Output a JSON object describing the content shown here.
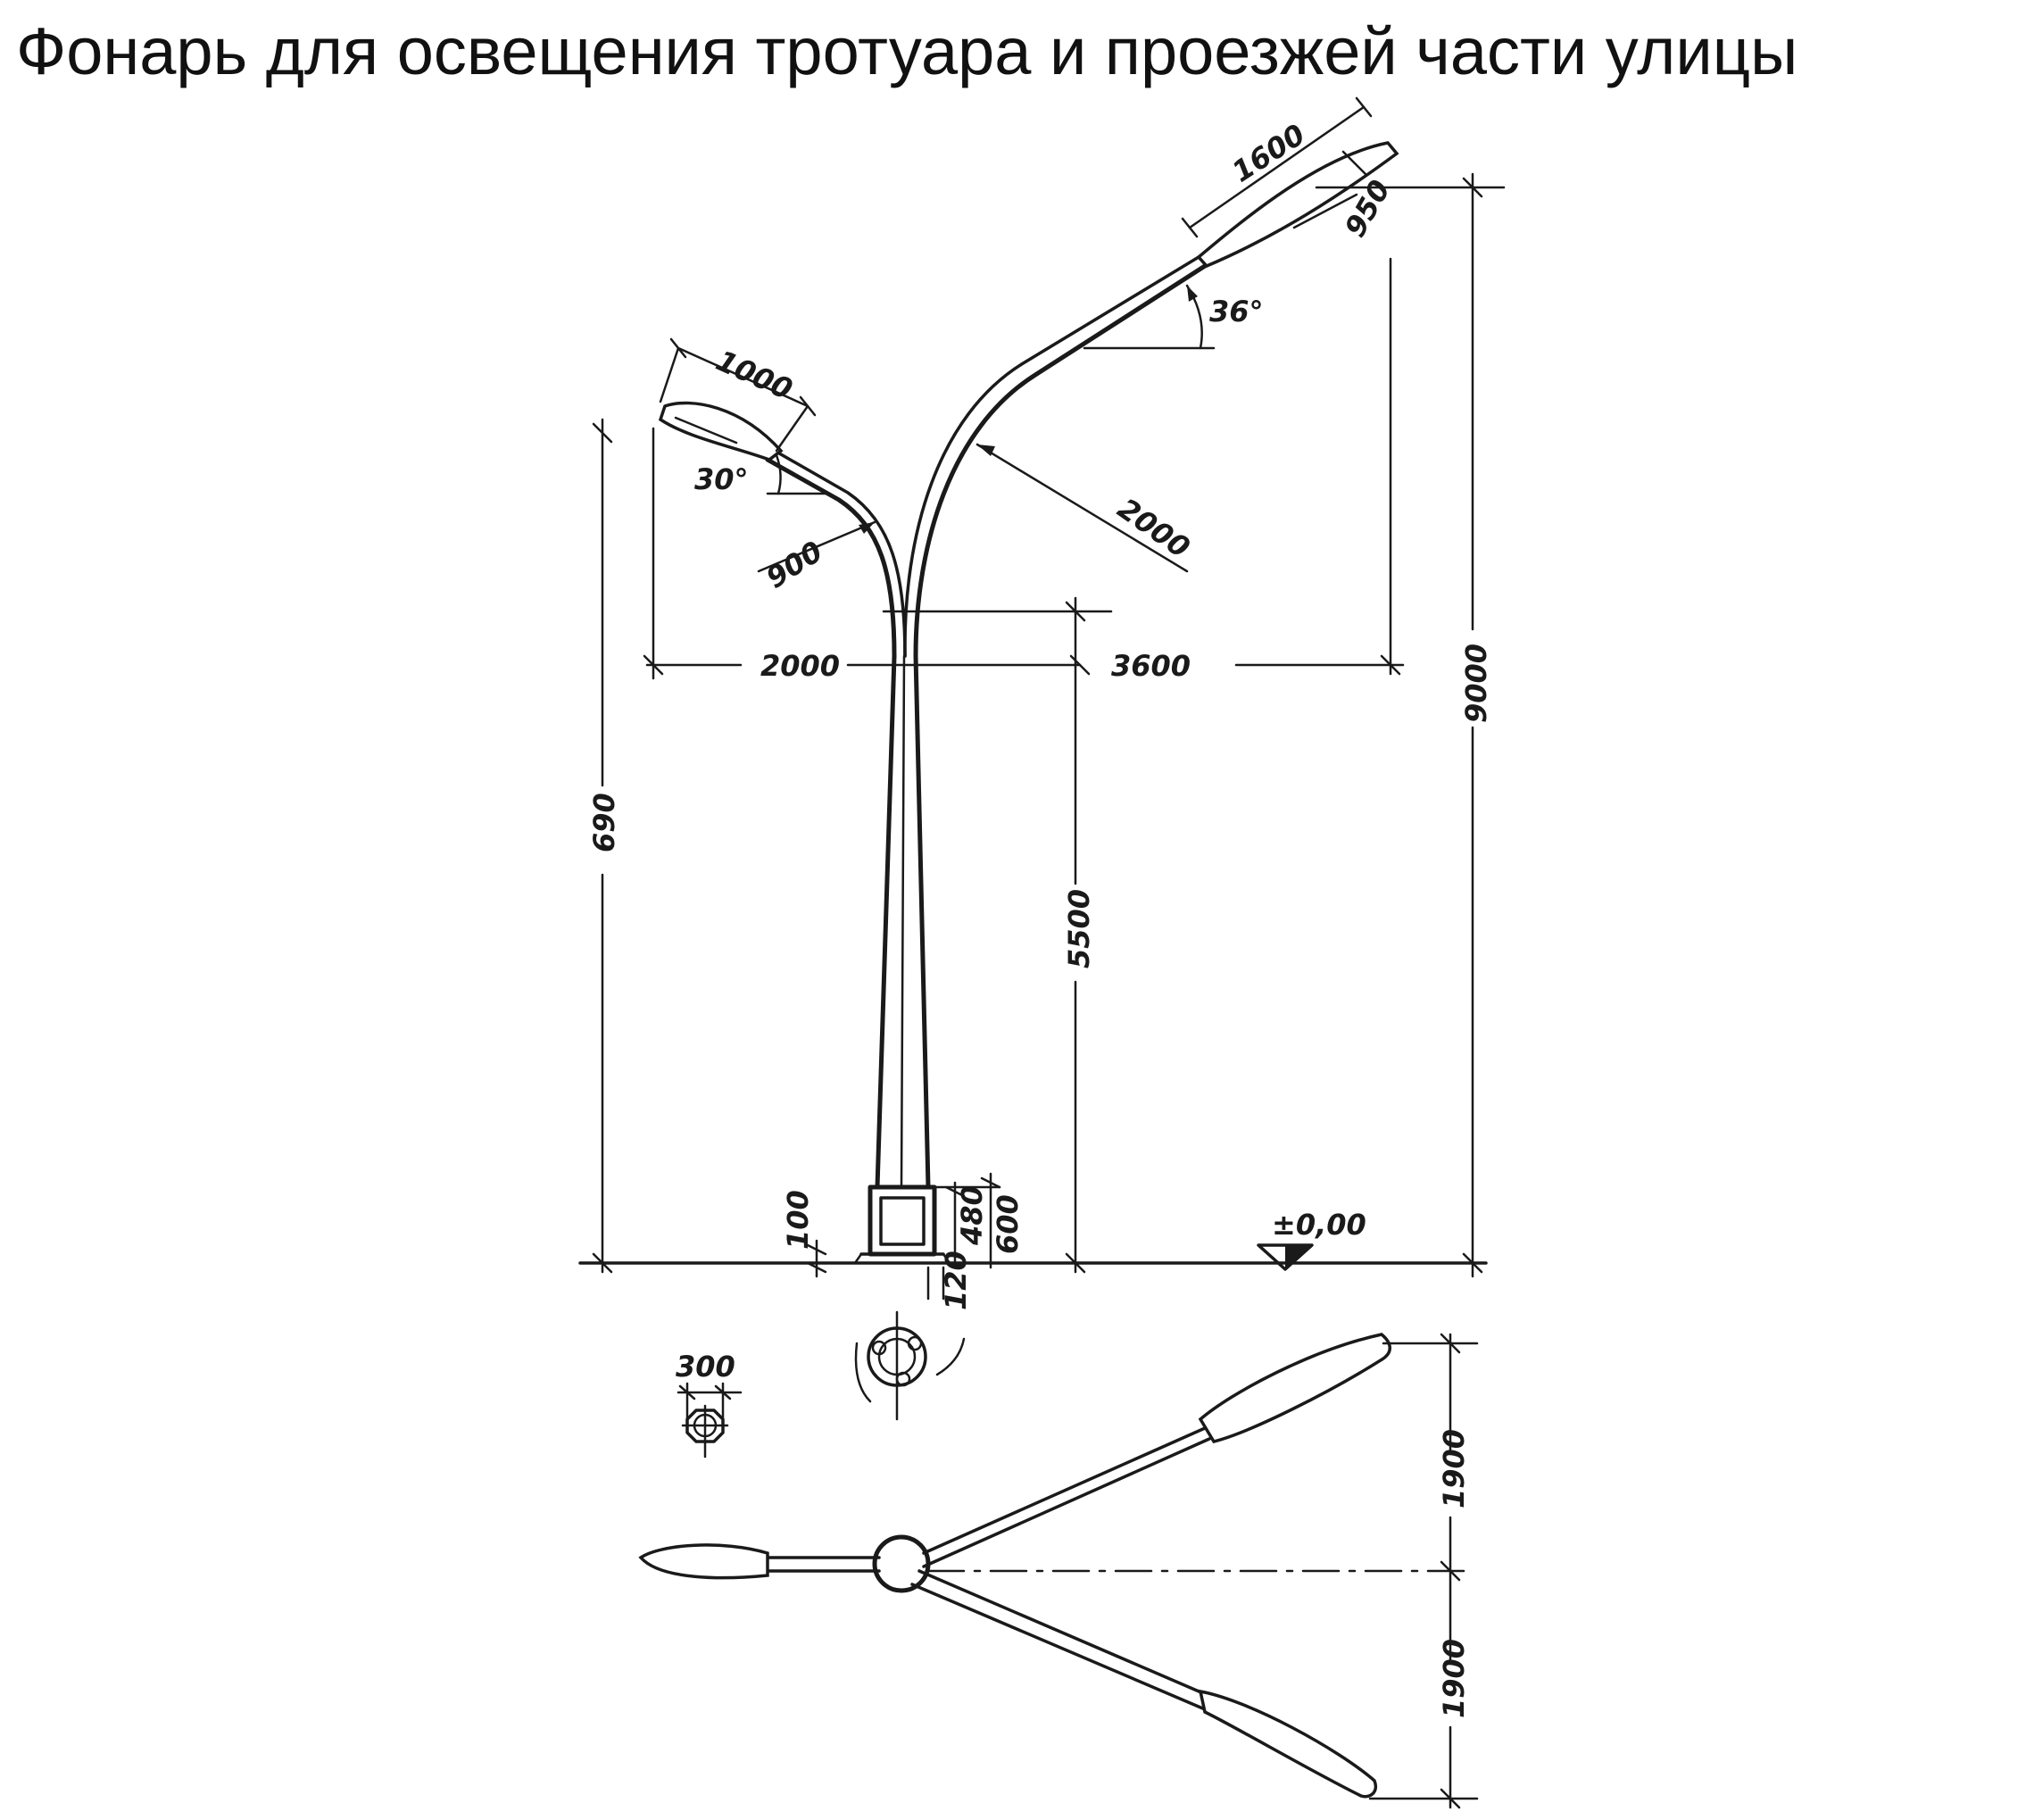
{
  "title": "Фонарь для освещения тротуара и проезжей части улицы",
  "elevation": {
    "dimensions": {
      "left_lamp_length": "1000",
      "left_lamp_angle": "30°",
      "left_arm_radius": "900",
      "left_reach": "2000",
      "left_height": "690",
      "right_lamp_length": "1600",
      "right_lamp_depth": "950",
      "right_lamp_angle": "36°",
      "right_arm_radius": "2000",
      "right_reach": "3600",
      "bend_height": "5500",
      "total_height": "9000",
      "base_offset": "100",
      "base_width": "120",
      "base_inner_height": "480",
      "base_height": "600",
      "ground_level": "±0,00"
    }
  },
  "plan": {
    "dimensions": {
      "bolt_circle": "300",
      "upper_offset": "1900",
      "lower_offset": "1900"
    }
  }
}
